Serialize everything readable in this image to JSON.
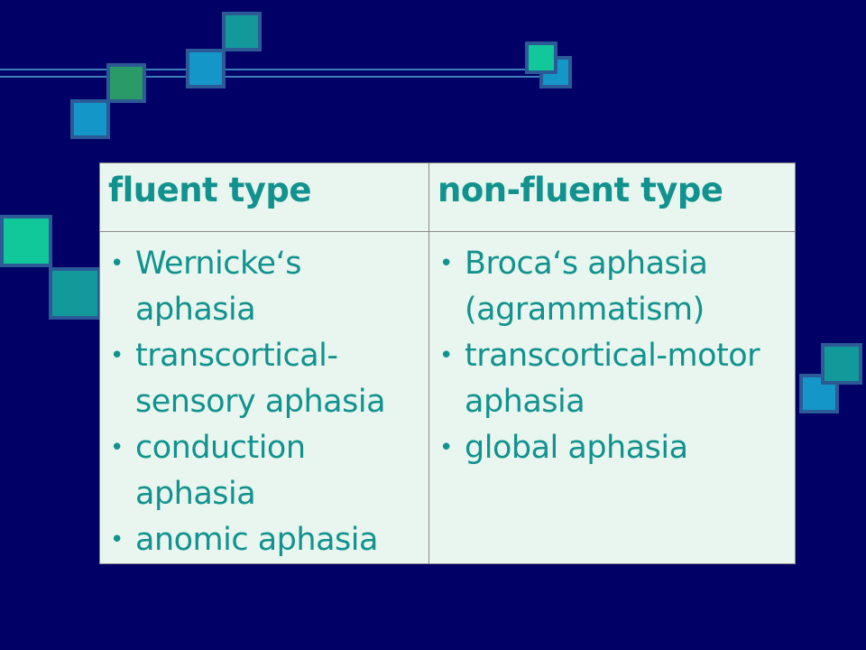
{
  "slide": {
    "colors": {
      "background": "#000066",
      "table_fill": "#e8f6ef",
      "text": "#12928e"
    },
    "table": {
      "headers": [
        "fluent type",
        "non-fluent type"
      ],
      "fluent_items": [
        [
          "Wernicke‘s",
          "aphasia"
        ],
        [
          "transcortical-",
          "sensory aphasia"
        ],
        [
          "conduction",
          "aphasia"
        ],
        [
          "anomic aphasia"
        ]
      ],
      "nonfluent_items": [
        [
          "Broca‘s aphasia",
          "(agrammatism)"
        ],
        [
          "transcortical-motor",
          "aphasia"
        ],
        [
          "global aphasia"
        ]
      ]
    }
  }
}
